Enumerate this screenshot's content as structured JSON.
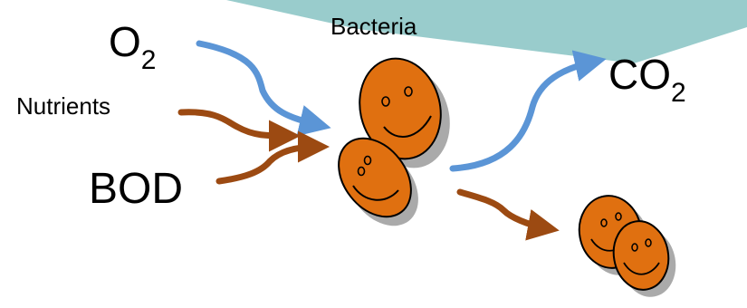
{
  "labels": {
    "o2_main": "O",
    "o2_sub": "2",
    "nutrients": "Nutrients",
    "bod": "BOD",
    "bacteria": "Bacteria",
    "co2_main": "CO",
    "co2_sub": "2"
  },
  "colors": {
    "water_band": "#99cccc",
    "oxygen_arrow": "#5b95d6",
    "nutrient_arrow": "#9c4a12",
    "bacteria_fill": "#e07010",
    "bacteria_shadow": "#aaaaaa",
    "outline": "#000000"
  }
}
